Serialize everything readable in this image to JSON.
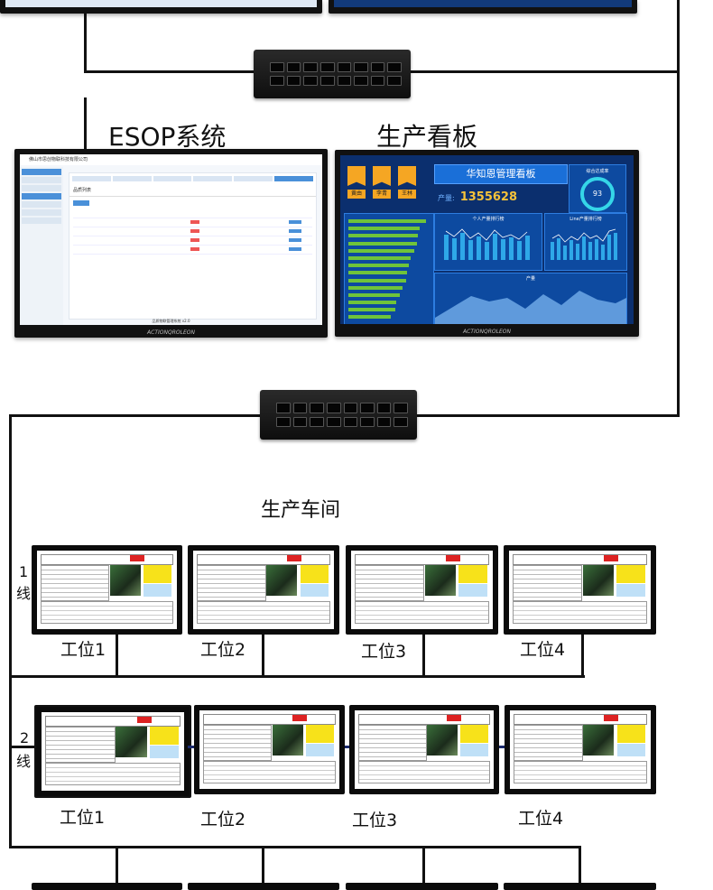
{
  "title_esop": "ESOP系统",
  "title_kanban": "生产看板",
  "title_workshop": "生产车间",
  "monitor_brand": "ACTIONQROLEON",
  "esop": {
    "company": "佛山市思创物联科技有限公司",
    "list_title": "品质列表",
    "footer": "品质物联管理系统 v2.0"
  },
  "kanban": {
    "title": "华知恩管理看板",
    "output_label": "产量:",
    "output_value": "1355628",
    "rate_title": "综合达成率",
    "rate_value": "93",
    "persons": [
      "黄由",
      "李青",
      "王林"
    ],
    "chart1_title": "个人产量排行榜",
    "chart2_title": "Line产量排行榜",
    "chart3_title": "产量"
  },
  "lines": [
    {
      "label_num": "1",
      "label_text": "线",
      "stations": [
        "工位1",
        "工位2",
        "工位3",
        "工位4"
      ]
    },
    {
      "label_num": "2",
      "label_text": "线",
      "stations": [
        "工位1",
        "工位2",
        "工位3",
        "工位4"
      ]
    }
  ]
}
